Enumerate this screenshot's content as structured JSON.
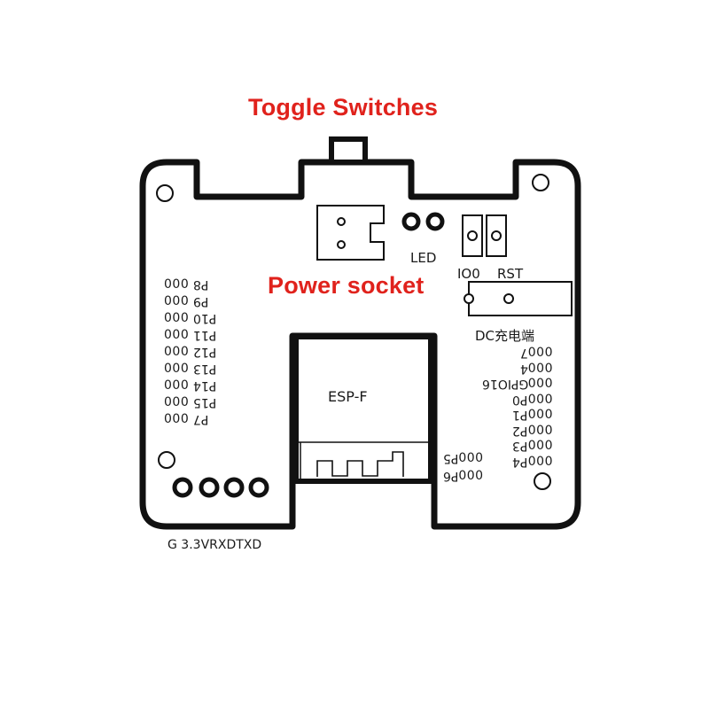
{
  "callouts": {
    "toggle_switches": "Toggle Switches",
    "power_socket": "Power socket"
  },
  "labels": {
    "led": "LED",
    "io0": "IO0",
    "rst": "RST",
    "dc": "DC充电端",
    "chip": "ESP-F",
    "header": "G 3.3VRXDTXD"
  },
  "left_pins": [
    "P8",
    "P9",
    "P10",
    "P11",
    "P12",
    "P13",
    "P14",
    "P15",
    "P7"
  ],
  "right_pins": [
    "7",
    "4",
    "GPIO16",
    "P0",
    "P1",
    "P2",
    "P3",
    "P4"
  ],
  "right_pins_lower": [
    "P5",
    "P6"
  ],
  "pin_glyph": "000",
  "colors": {
    "callout": "#e0221c",
    "outline": "#111111"
  }
}
